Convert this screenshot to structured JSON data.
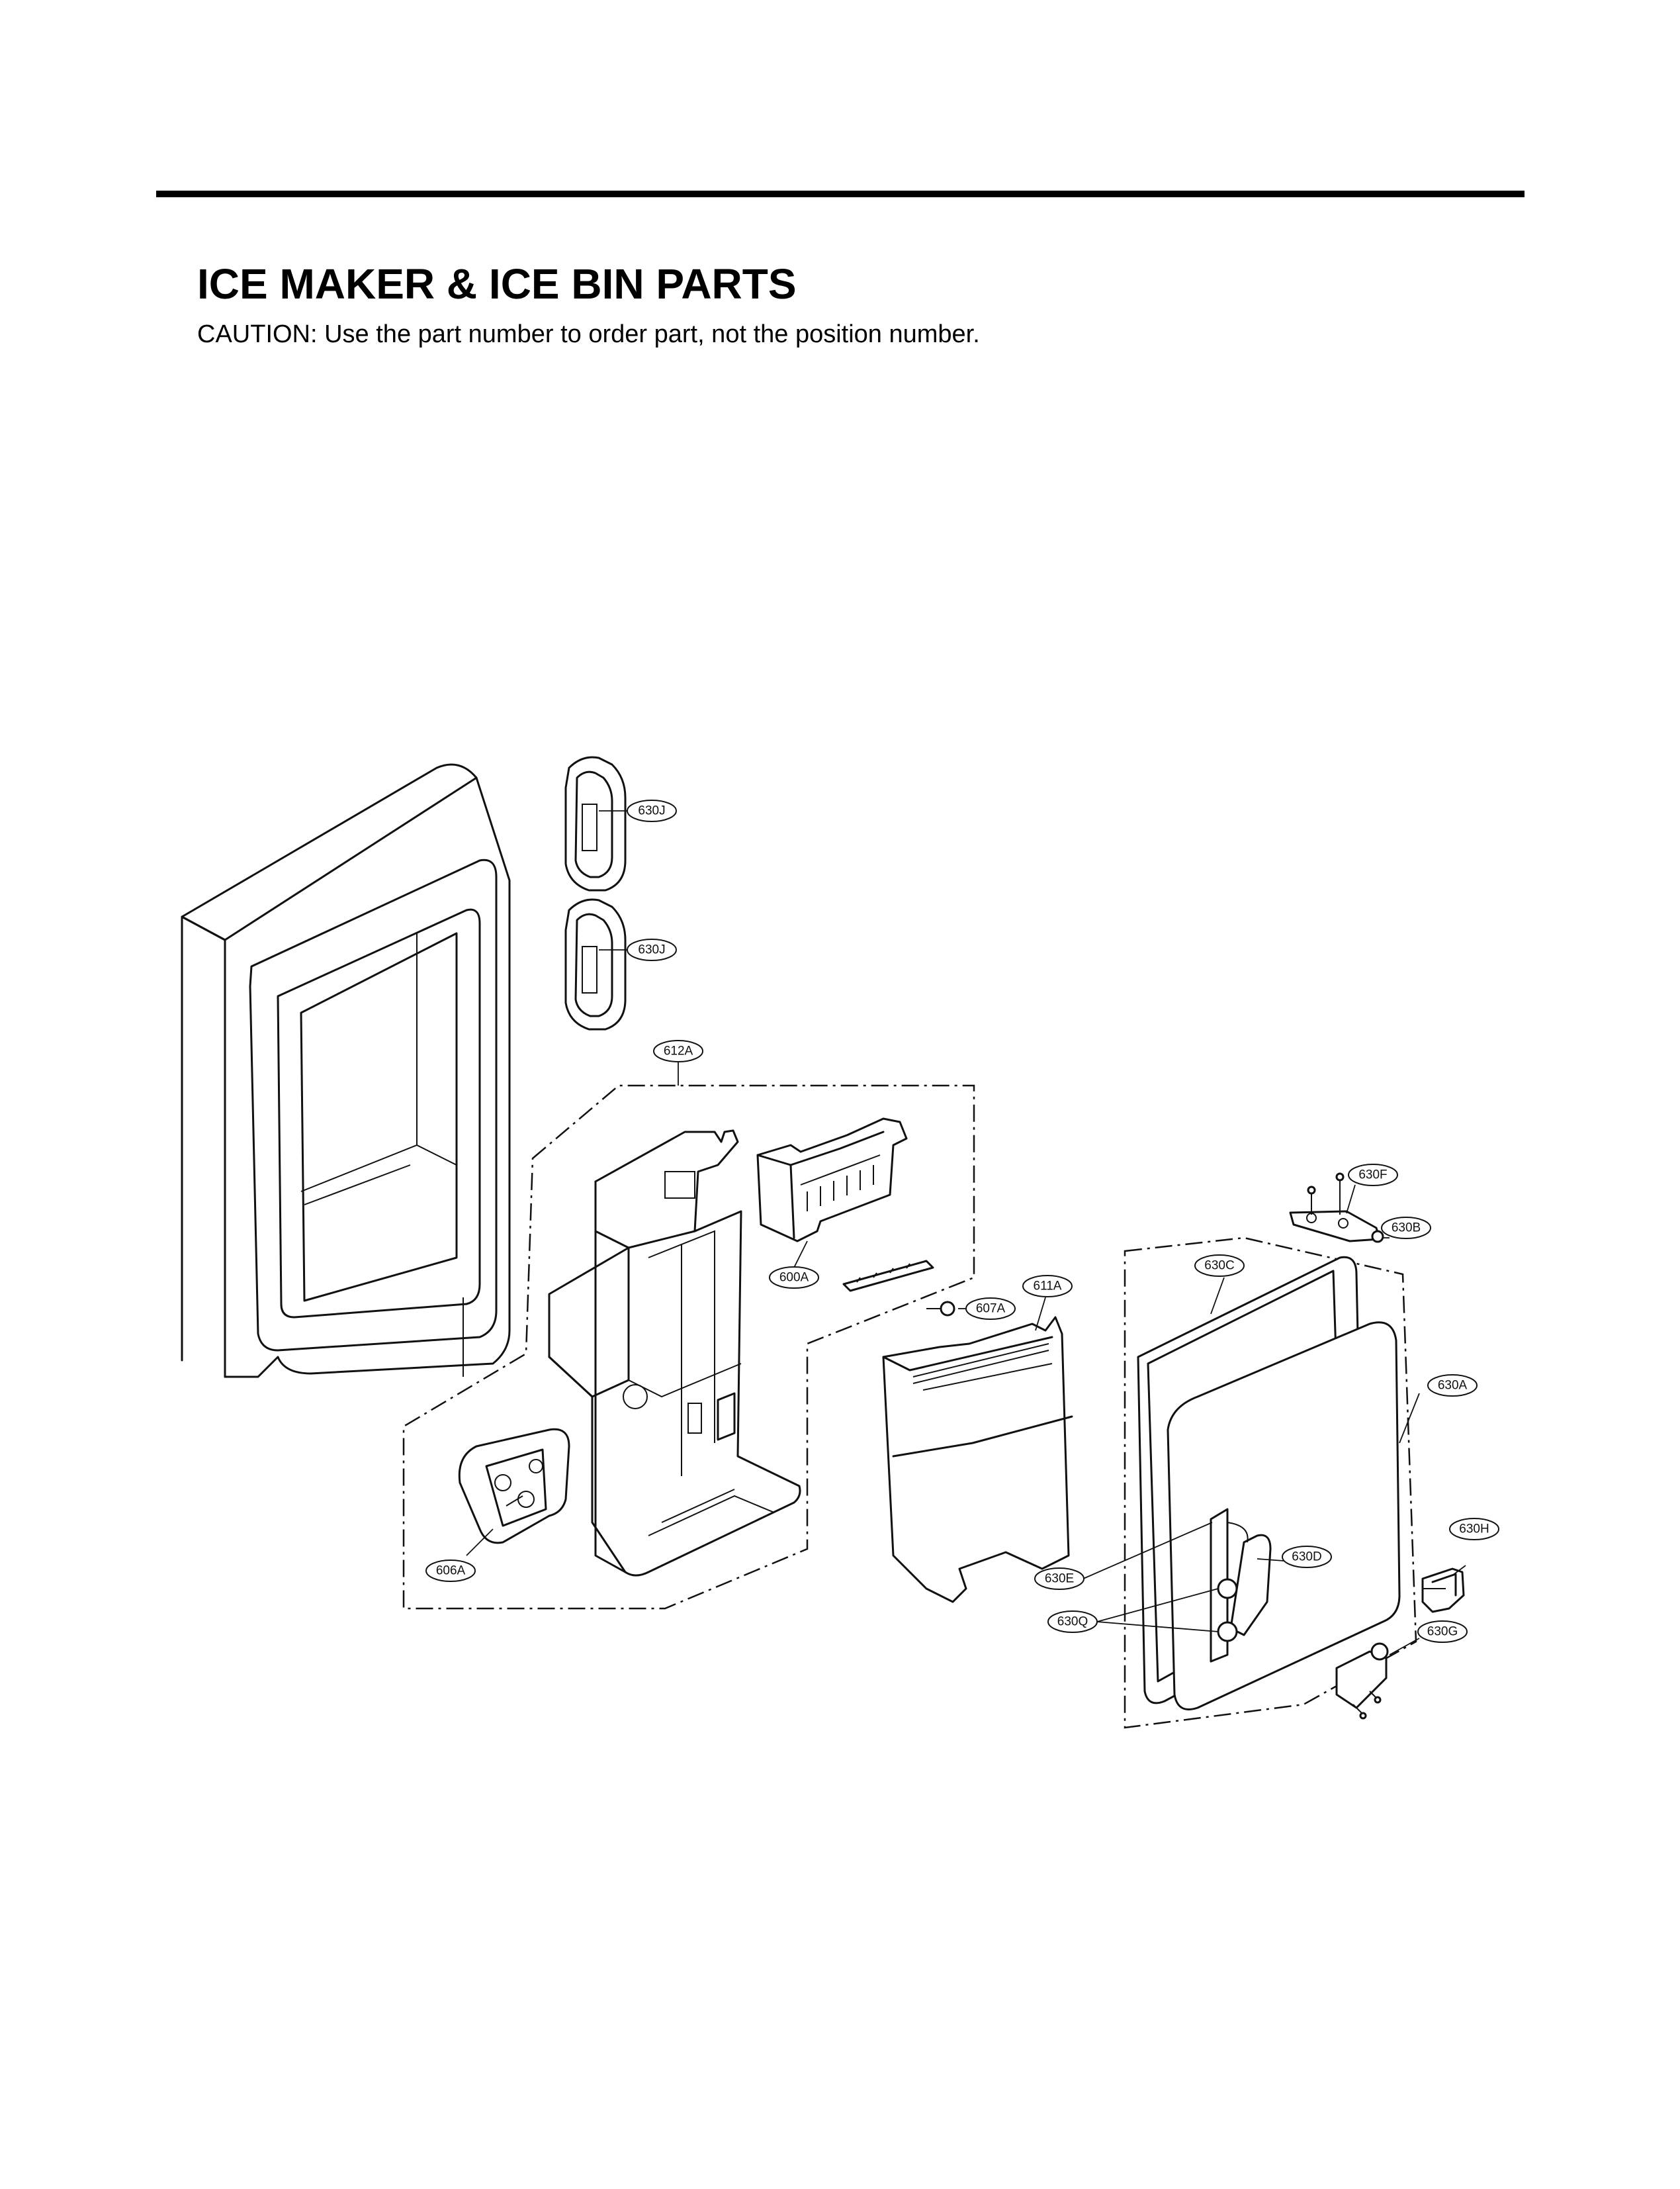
{
  "header": {
    "title": "ICE MAKER & ICE BIN PARTS",
    "caution": "CAUTION: Use the part number to order part, not the position number."
  },
  "callouts": {
    "c630J_top": "630J",
    "c630J_bottom": "630J",
    "c612A": "612A",
    "c600A": "600A",
    "c607A": "607A",
    "c611A": "611A",
    "c606A": "606A",
    "c630F": "630F",
    "c630B": "630B",
    "c630C": "630C",
    "c630A": "630A",
    "c630H": "630H",
    "c630D": "630D",
    "c630E": "630E",
    "c630Q": "630Q",
    "c630G": "630G"
  }
}
